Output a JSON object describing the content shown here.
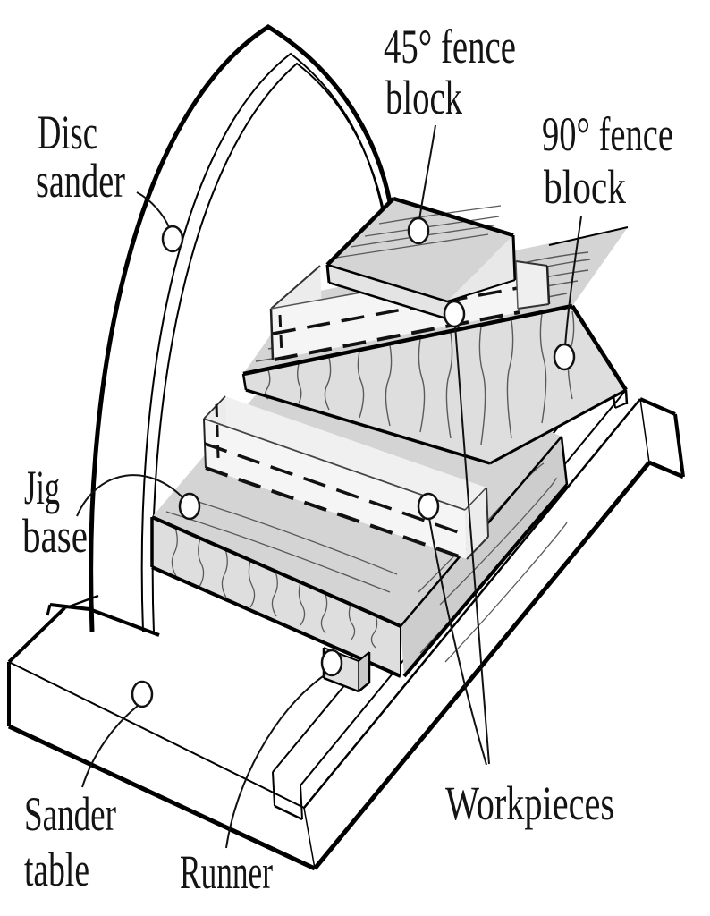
{
  "figure": {
    "type": "technical-illustration",
    "subject": "Disc sander jig with 45-degree and 90-degree fence blocks",
    "background": "#ffffff",
    "line_color": "#000000"
  },
  "labels": {
    "disc_sander": {
      "line1": "Disc",
      "line2": "sander"
    },
    "fence_45": {
      "line1": "45° fence",
      "line2": "block"
    },
    "fence_90": {
      "line1": "90° fence",
      "line2": "block"
    },
    "jig_base": {
      "line1": "Jig",
      "line2": "base"
    },
    "sander_table": {
      "line1": "Sander",
      "line2": "table"
    },
    "runner": {
      "line1": "Runner"
    },
    "workpieces": {
      "line1": "Workpieces"
    }
  },
  "colors": {
    "wood_top": "#d4d4d4",
    "wood_front": "#dedede",
    "wood_end": "#cdcdcd",
    "workpiece": "#f5f5f5",
    "paper": "#ffffff",
    "outline": "#000000"
  }
}
